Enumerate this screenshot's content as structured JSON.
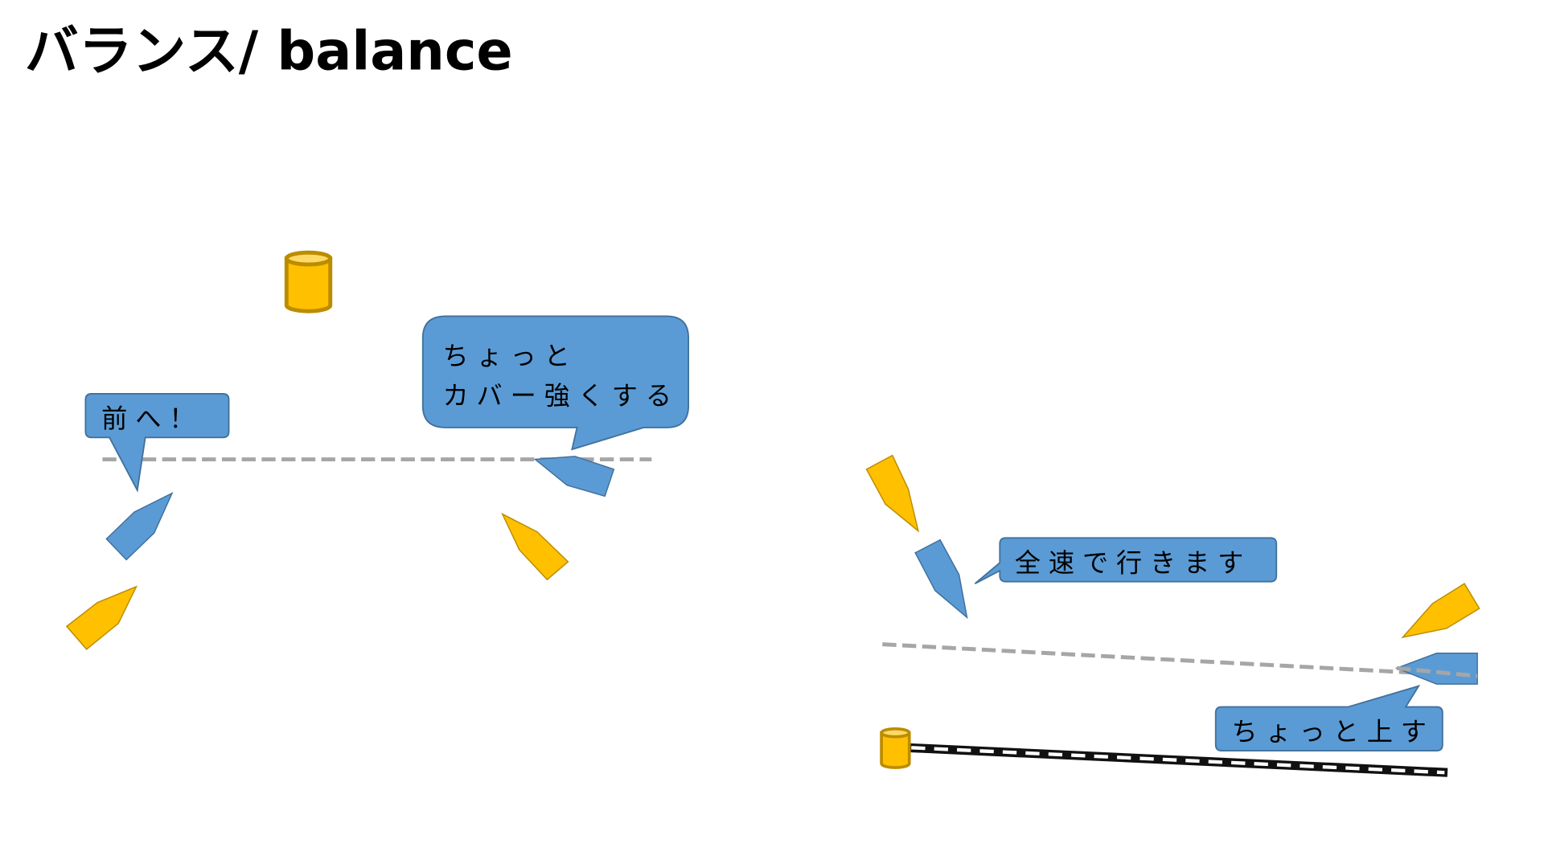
{
  "slide": {
    "title": "バランス/ balance"
  },
  "callouts": {
    "forward": "前へ！",
    "cover_line1": "ちょっと",
    "cover_line2": "カバー強くする",
    "full_speed": "全速で行きます",
    "up_a_bit": "ちょっと上す"
  },
  "colors": {
    "blue_boat": "#5b9bd5",
    "yellow_boat": "#ffc000",
    "dashed_line": "#a6a6a6",
    "buoy": "#ffc000"
  }
}
